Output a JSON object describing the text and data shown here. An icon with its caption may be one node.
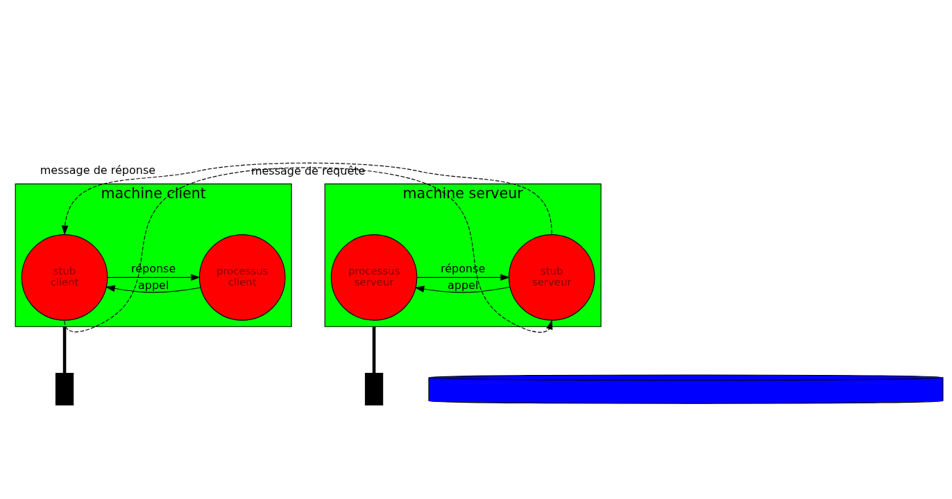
{
  "diagram": {
    "nodes": [
      {
        "text": [
          "machine client"
        ]
      },
      {
        "text": [
          "processus client"
        ],
        "in": 0
      },
      {
        "text": [
          "stub client"
        ],
        "in": 0
      },
      {
        "text": [
          "machine serveur"
        ]
      },
      {
        "text": [
          "stub serveur"
        ],
        "in": 3
      },
      {
        "text": [
          "processus serveur"
        ],
        "in": 3
      },
      {
        "text": [],
        "shape": "cylinder"
      },
      {
        "text": [],
        "shape": "box"
      },
      {
        "text": [],
        "shape": "box"
      }
    ],
    "edges": [
      {
        "from": 1,
        "to": 2,
        "arrow": "to",
        "label": "appel"
      },
      {
        "from": 2,
        "to": 1,
        "arrow": "to",
        "label": "réponse"
      },
      {
        "from": 4,
        "to": 5,
        "arrow": "to",
        "label": "appel"
      },
      {
        "from": 5,
        "to": 4,
        "arrow": "to",
        "label": "réponse"
      },
      {
        "from": 2,
        "to": 4,
        "arrow": "to",
        "label": "message de requête",
        "style": "dashed"
      },
      {
        "from": 4,
        "to": 2,
        "arrow": "to",
        "label": "message de réponse",
        "style": "dashed"
      },
      {
        "from": 0,
        "to": 7,
        "arrow": "none",
        "style": "thick"
      },
      {
        "from": 3,
        "to": 8,
        "arrow": "none",
        "style": "thick"
      }
    ]
  }
}
